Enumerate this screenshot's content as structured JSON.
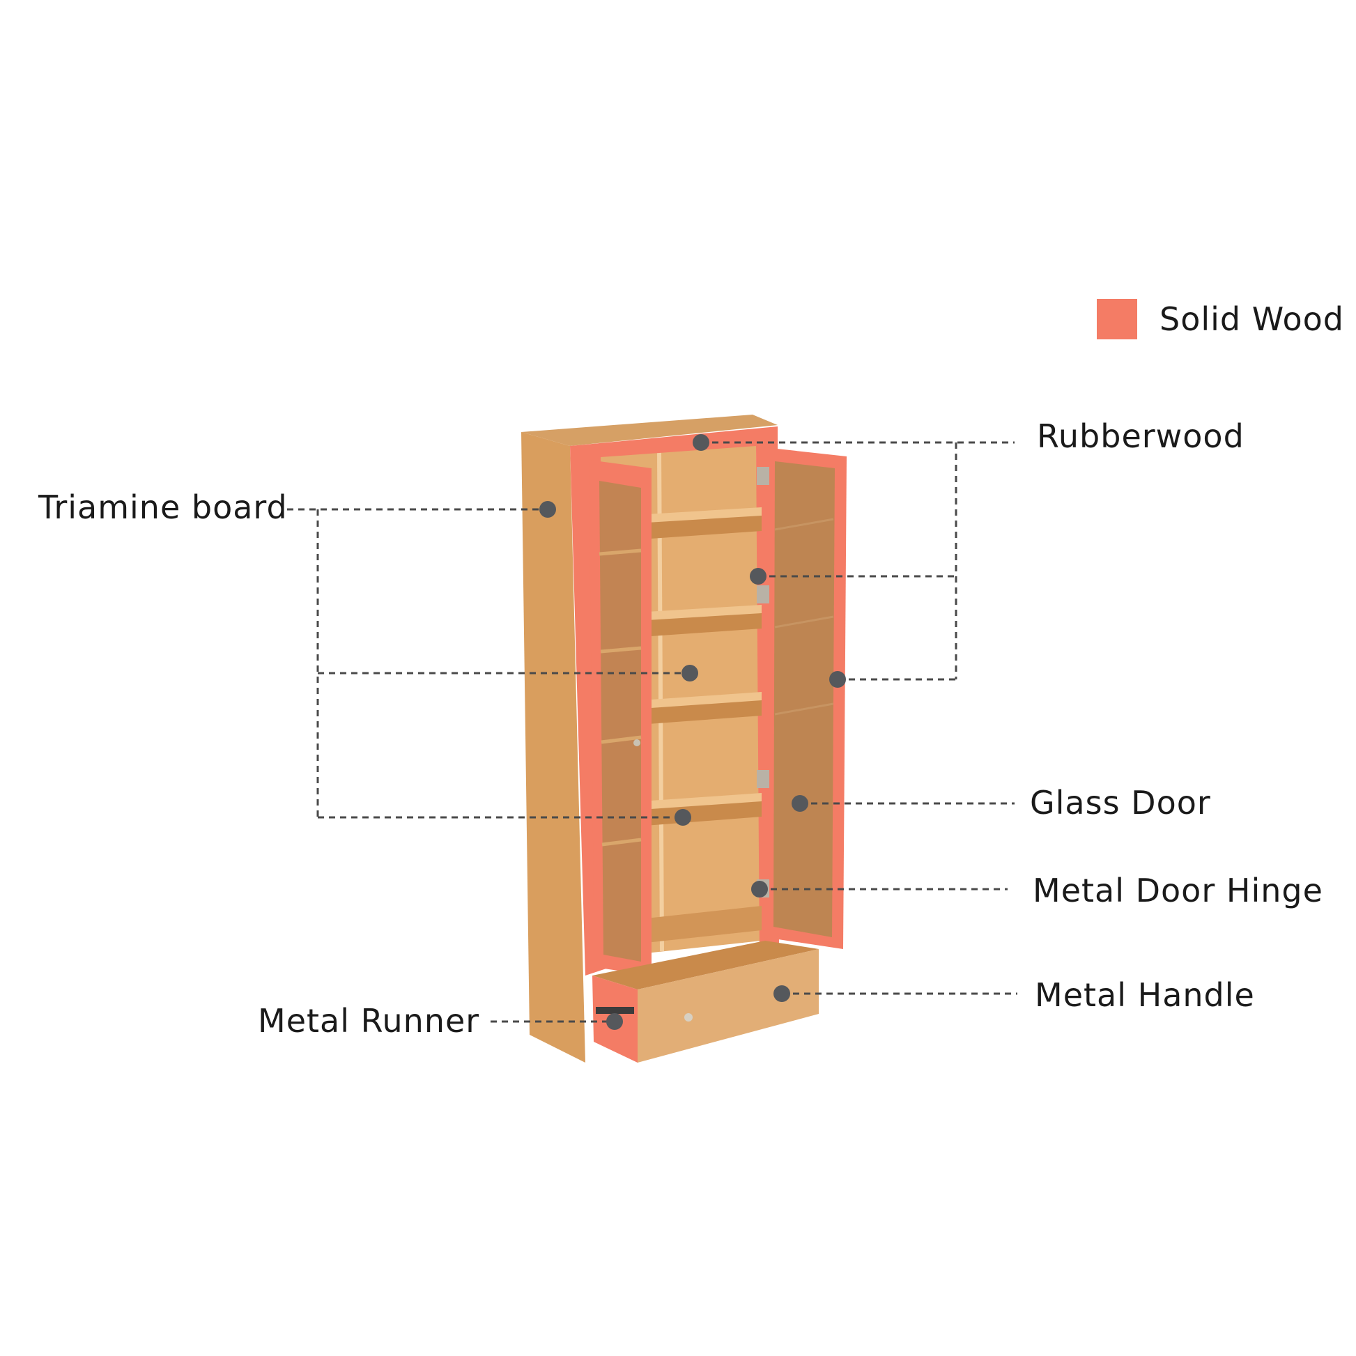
{
  "legend": {
    "label": "Solid Wood",
    "swatch_color": "#f47c65"
  },
  "labels": {
    "triamine_board": "Triamine board",
    "rubberwood": "Rubberwood",
    "glass_door": "Glass Door",
    "metal_door_hinge": "Metal Door Hinge",
    "metal_handle": "Metal Handle",
    "metal_runner": "Metal Runner"
  },
  "colors": {
    "solid_wood": "#f47c65",
    "wood_light": "#e9b57a",
    "wood_mid": "#d99e5e",
    "wood_dark": "#c98a4b",
    "glass": "#b88650",
    "marker": "#55585c",
    "leader": "#4a4a4a"
  }
}
